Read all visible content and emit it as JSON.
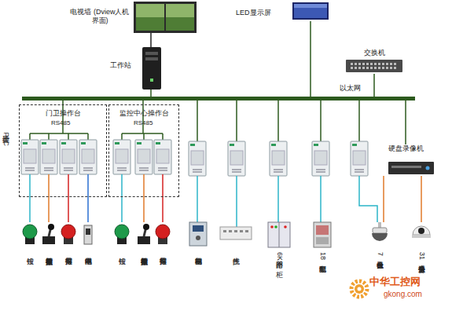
{
  "diagram": {
    "nodes": [
      {
        "text": [
          "电视墙 (Dview人机界面)"
        ]
      },
      {
        "text": [
          "LED显示屏"
        ]
      },
      {
        "text": [
          "工作站"
        ]
      },
      {
        "text": [
          "交换机"
        ]
      },
      {
        "text": [
          "以太网"
        ]
      },
      {
        "text": [
          "门卫操作台",
          "RS485"
        ]
      },
      {
        "text": [
          "监控中心操作台",
          "RS485"
        ]
      },
      {
        "text": [
          "硬盘录像机"
        ]
      },
      {
        "text": [
          "按钮"
        ]
      },
      {
        "text": [
          "模拟量主令控制器"
        ]
      },
      {
        "text": [
          "报警指示灯"
        ]
      },
      {
        "text": [
          "中间继电器"
        ]
      },
      {
        "text": [
          "按钮"
        ]
      },
      {
        "text": [
          "模拟量主令控制器"
        ]
      },
      {
        "text": [
          "报警指示灯"
        ]
      },
      {
        "text": [
          "电梯控制器"
        ]
      },
      {
        "text": [
          "生产线"
        ]
      },
      {
        "text": [
          "6个回路KS柜"
        ]
      },
      {
        "text": [
          "18套配电箱"
        ]
      },
      {
        "text": [
          "7台云台摄像机"
        ]
      },
      {
        "text": [
          "31个普通摄像头"
        ]
      }
    ],
    "edges": [
      {
        "from": 0,
        "to": 2,
        "arrow": "none"
      },
      {
        "from": 2,
        "to": 4,
        "arrow": "none"
      },
      {
        "from": 1,
        "to": 4,
        "arrow": "none"
      },
      {
        "from": 3,
        "to": 4,
        "arrow": "none"
      },
      {
        "from": 5,
        "to": 4,
        "arrow": "none"
      },
      {
        "from": 6,
        "to": 4,
        "arrow": "none"
      },
      {
        "from": 7,
        "to": 4,
        "arrow": "none"
      },
      {
        "from": 5,
        "to": 8,
        "arrow": "none"
      },
      {
        "from": 5,
        "to": 9,
        "arrow": "none"
      },
      {
        "from": 5,
        "to": 10,
        "arrow": "none"
      },
      {
        "from": 5,
        "to": 11,
        "arrow": "none"
      },
      {
        "from": 6,
        "to": 12,
        "arrow": "none"
      },
      {
        "from": 6,
        "to": 13,
        "arrow": "none"
      },
      {
        "from": 6,
        "to": 14,
        "arrow": "none"
      },
      {
        "from": 7,
        "to": 19,
        "arrow": "none"
      },
      {
        "from": 7,
        "to": 20,
        "arrow": "none"
      }
    ],
    "labels": [
      "大工计控 PLC",
      "中华工控网",
      "gkong.com"
    ]
  }
}
